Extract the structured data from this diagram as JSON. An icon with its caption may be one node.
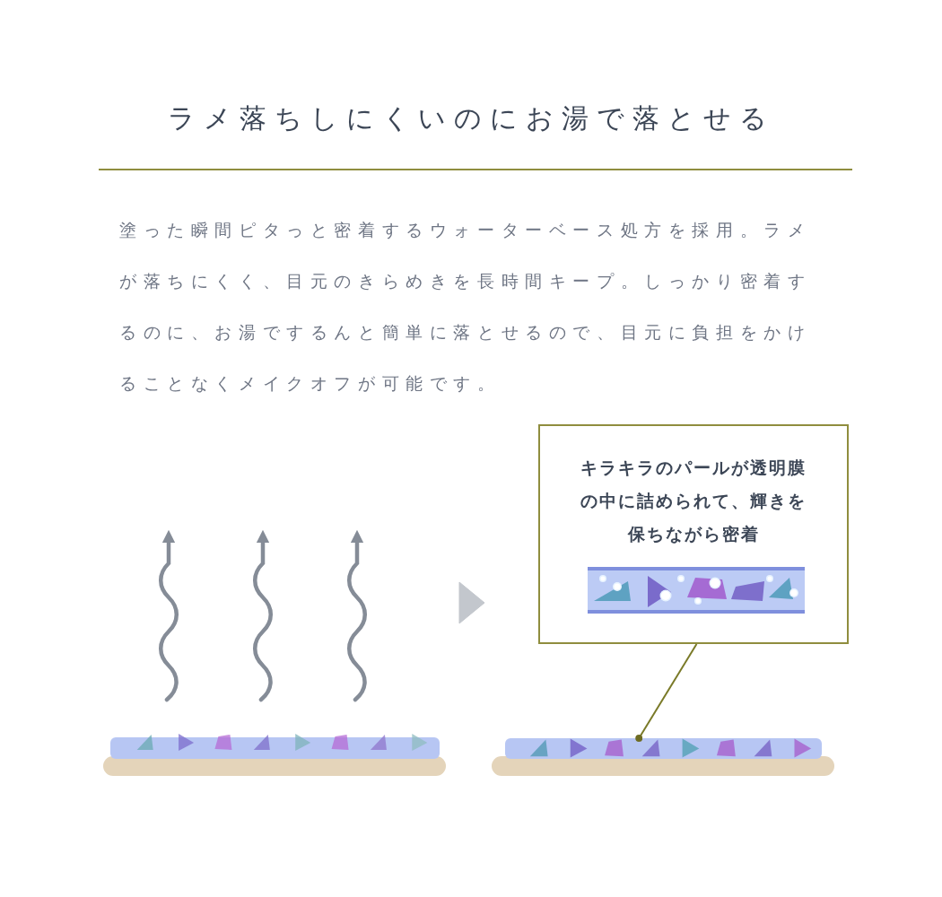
{
  "diagram": {
    "title": "ラメ落ちしにくいのにお湯で落とせる",
    "nodes": [
      {
        "text": [],
        "shape": "picture"
      },
      {
        "text": [],
        "shape": "picture"
      },
      {
        "text": [
          "キラキラのパールが透明膜の中に詰められて、輝きを保ちながら密着"
        ],
        "in": 1
      },
      {
        "text": [],
        "shape": "bar",
        "in": 1
      }
    ],
    "edges": [
      {
        "from": 0,
        "to": 1,
        "arrow": "to"
      },
      {
        "from": 2,
        "to": 3,
        "arrow": "other"
      }
    ],
    "labels": [
      "塗った瞬間ピタっと密着するウォーターベース処方を採用。ラメが落ちにくく、目元のきらめきを長時間キープ。しっかり密着するのに、お湯でするんと簡単に落とせるので、目元に負担をかけることなくメイクオフが可能です。"
    ]
  }
}
